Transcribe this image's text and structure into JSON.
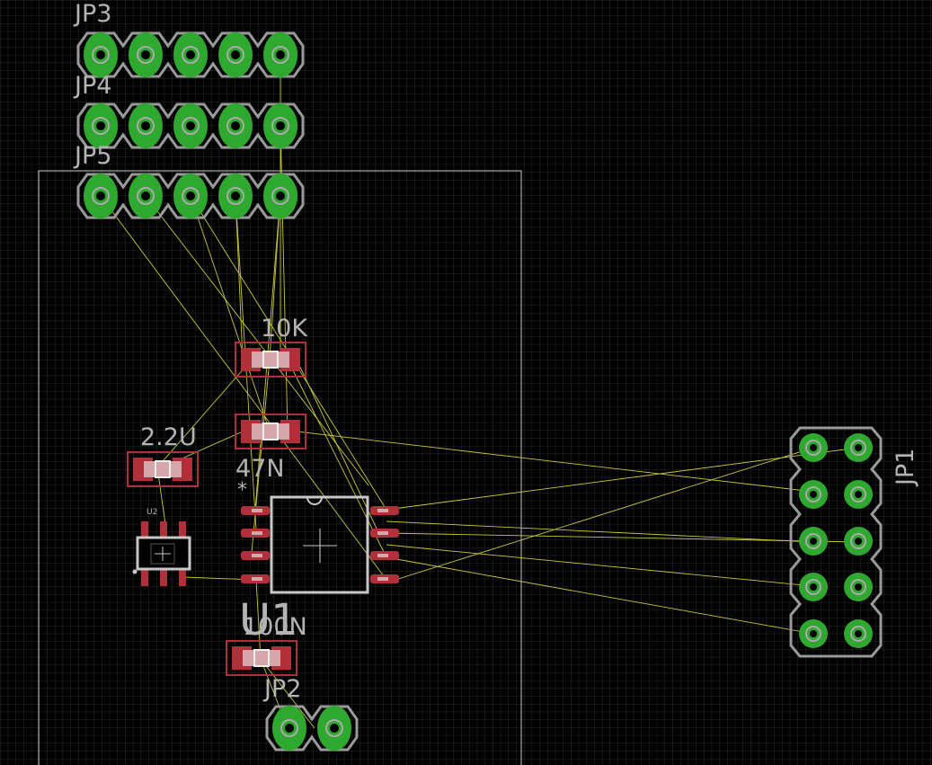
{
  "colors": {
    "background": "#000000",
    "grid": "#2b2b2b",
    "outline": "#c8c8c8",
    "pad_green": "#2fa82f",
    "pad_ring": "#9a9a9a",
    "smd_red": "#b0303a",
    "smd_pink": "#d6a7aa",
    "airwire": "#c8c83a",
    "label": "#b4b4b4"
  },
  "labels": {
    "jp3": "JP3",
    "jp4": "JP4",
    "jp5": "JP5",
    "r_10k": "10K",
    "c_47n": "47N",
    "c_2u2": "2.2U",
    "u1": "U1",
    "c_100n": "100N",
    "jp2": "JP2",
    "jp1": "JP1",
    "u2": "U2",
    "star": "*"
  }
}
